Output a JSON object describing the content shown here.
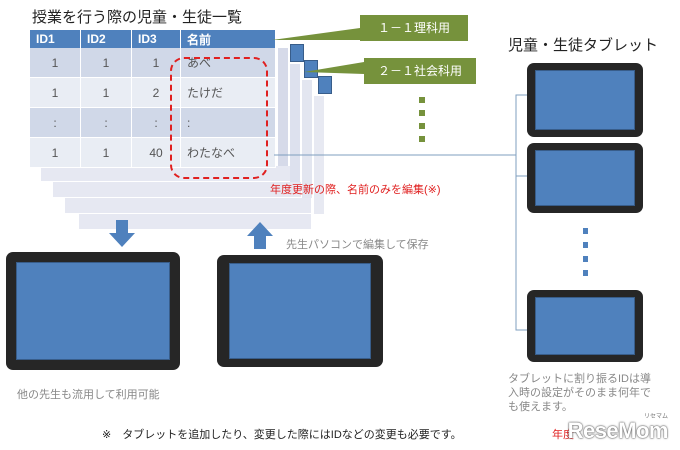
{
  "title": "授業を行う際の児童・生徒一覧",
  "right_title": "児童・生徒タブレット",
  "table": {
    "headers": [
      "ID1",
      "ID2",
      "ID3",
      "名前"
    ],
    "rows": [
      [
        "1",
        "1",
        "1",
        "あべ"
      ],
      [
        "1",
        "1",
        "2",
        "たけだ"
      ],
      [
        ":",
        ":",
        ":",
        ":"
      ],
      [
        "1",
        "1",
        "40",
        "わたなべ"
      ]
    ]
  },
  "labels": {
    "class1": "１－１理科用",
    "class2": "２－１社会科用"
  },
  "annual_update": "年度更新の際、名前のみを編集(※)",
  "edit_save": "先生パソコンで編集して保存",
  "reuse": "他の先生も流用して利用可能",
  "tablet_id_note": "タブレットに割り振るIDは導入時の設定がそのまま何年でも使えます。",
  "footnote": "※　タブレットを追加したり、変更した際にはIDなどの変更も必要です。",
  "partial_red": "年度",
  "watermark": "ReseMom",
  "watermark_small": "リセマム",
  "colors": {
    "blue": "#4f81bd",
    "green": "#76923c",
    "red": "#e02020",
    "dark": "#262626"
  }
}
